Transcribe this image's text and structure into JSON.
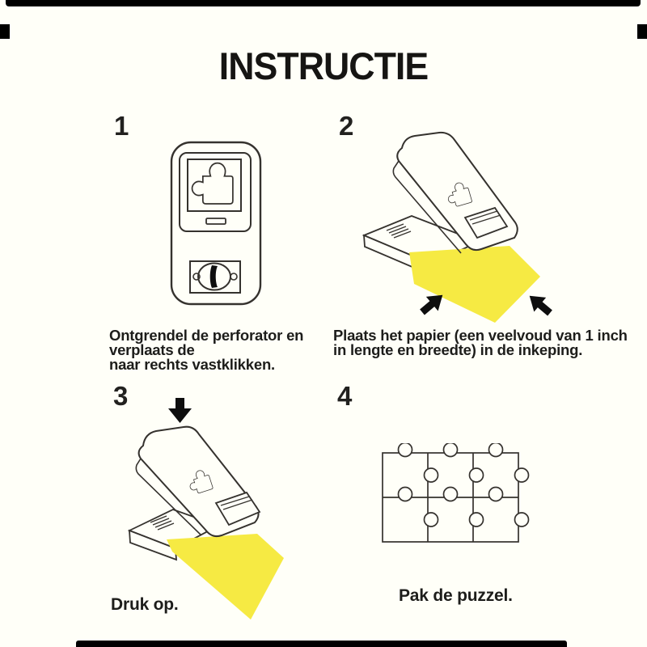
{
  "title": "INSTRUCTIE",
  "steps": [
    {
      "number": "1",
      "lines": [
        "Ontgrendel de perforator en",
        "verplaats de",
        "naar rechts vastklikken."
      ],
      "illustration": "puzzle-punch-front-view"
    },
    {
      "number": "2",
      "lines": [
        "Plaats het papier (een veelvoud van 1 inch",
        "in lengte en breedte) in de inkeping."
      ],
      "illustration": "puzzle-punch-tilted-with-paper-inserted"
    },
    {
      "number": "3",
      "lines": [
        "Druk op."
      ],
      "illustration": "puzzle-punch-pressed-down-on-paper"
    },
    {
      "number": "4",
      "lines": [
        "Pak de puzzel."
      ],
      "illustration": "six-piece-puzzle-grid"
    }
  ],
  "icons": {
    "step2_arrows": [
      "insert-arrow-up-right",
      "insert-arrow-up-left"
    ],
    "step3_arrow": "press-arrow-down"
  },
  "theme": {
    "bg": "#FFFFF8",
    "ink": "#35322E",
    "text": "#1D1D1B",
    "yellow": "#F6EA43",
    "mark": "#000000"
  }
}
